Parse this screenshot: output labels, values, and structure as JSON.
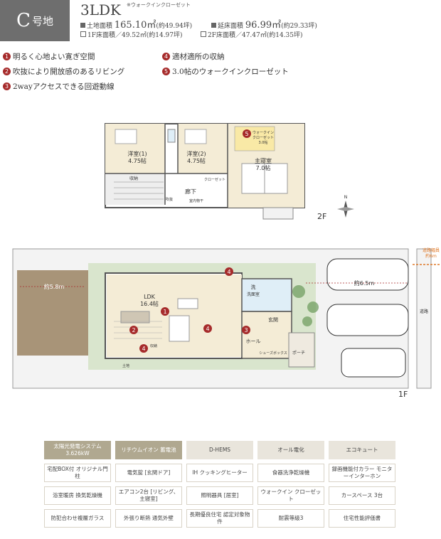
{
  "header": {
    "lot_main": "C",
    "lot_suffix": "号地",
    "plan_type": "3LDK",
    "plan_note": "※ウォークインクローゼット",
    "land_area": "土地面積",
    "land_value": "165.10㎡",
    "land_tsubo": "(約49.94坪)",
    "floor_area": "延床面積",
    "floor_value": "96.99㎡",
    "floor_tsubo": "(約29.33坪)",
    "floor1": "1F床面積／49.52㎡(約14.97坪)",
    "floor2": "2F床面積／47.47㎡(約14.35坪)"
  },
  "features": [
    {
      "num": "1",
      "text": "明るく心地よい寛ぎ空間"
    },
    {
      "num": "2",
      "text": "吹抜により開放感のあるリビング"
    },
    {
      "num": "3",
      "text": "2wayアクセスできる回遊動線"
    },
    {
      "num": "4",
      "text": "適材適所の収納"
    },
    {
      "num": "5",
      "text": "3.0帖のウォークインクローゼット"
    }
  ],
  "floor2": {
    "label": "2F",
    "room1": "洋室(1)",
    "room1_size": "4.75帖",
    "room2": "洋室(2)",
    "room2_size": "4.75帖",
    "master": "主寝室",
    "master_size": "7.0帖",
    "wic": "ウォークイン",
    "wic2": "クローゼット",
    "wic3": "3.0帖",
    "storage": "収納",
    "closet": "クローゼット",
    "hall": "廊下",
    "void": "吹抜",
    "void2": "室内物干",
    "compass": "N"
  },
  "floor1": {
    "label": "1F",
    "ldk": "LDK",
    "ldk_size": "16.4帖",
    "wash": "洗",
    "wash2": "洗面室",
    "entrance": "玄関",
    "hall": "ホール",
    "porch": "ポーチ",
    "shoes": "シューズボックス",
    "storage": "収納",
    "garden_w": "約5.8m",
    "parking_w": "約6.5m",
    "road_label": "道路",
    "road_w1": "道路幅員",
    "road_w2": "約6m",
    "zone_label": "土地"
  },
  "specs": [
    {
      "text": "太陽光発電システム 3.626kW",
      "style": "hl"
    },
    {
      "text": "リチウムイオン 蓄電池",
      "style": "hl"
    },
    {
      "text": "D-HEMS",
      "style": "beige"
    },
    {
      "text": "オール電化",
      "style": "beige"
    },
    {
      "text": "エコキュート",
      "style": "beige"
    },
    {
      "text": "宅配BOX付 オリジナル門柱",
      "style": "plain"
    },
    {
      "text": "電気錠 [玄関ドア]",
      "style": "plain"
    },
    {
      "text": "IH クッキングヒーター",
      "style": "plain"
    },
    {
      "text": "食器洗浄乾燥機",
      "style": "plain"
    },
    {
      "text": "録画機能付カラー モニターインターホン",
      "style": "plain"
    },
    {
      "text": "浴室暖房 換気乾燥機",
      "style": "plain"
    },
    {
      "text": "エアコン2台 [リビング、主寝室]",
      "style": "plain"
    },
    {
      "text": "照明器具 [居室]",
      "style": "plain"
    },
    {
      "text": "ウォークイン クローゼット",
      "style": "plain"
    },
    {
      "text": "カースペース 3台",
      "style": "plain"
    },
    {
      "text": "防犯合わせ複層ガラス",
      "style": "plain"
    },
    {
      "text": "外張り断熱 通気外壁",
      "style": "plain"
    },
    {
      "text": "長期優良住宅 認定対象物件",
      "style": "plain"
    },
    {
      "text": "耐震等級3",
      "style": "plain"
    },
    {
      "text": "住宅性能評価書",
      "style": "plain"
    }
  ],
  "colors": {
    "accent": "#a62b2b",
    "lot_bg": "#6e6e6e",
    "spec_hl": "#b0a890",
    "road_arrow": "#e07a2a"
  }
}
